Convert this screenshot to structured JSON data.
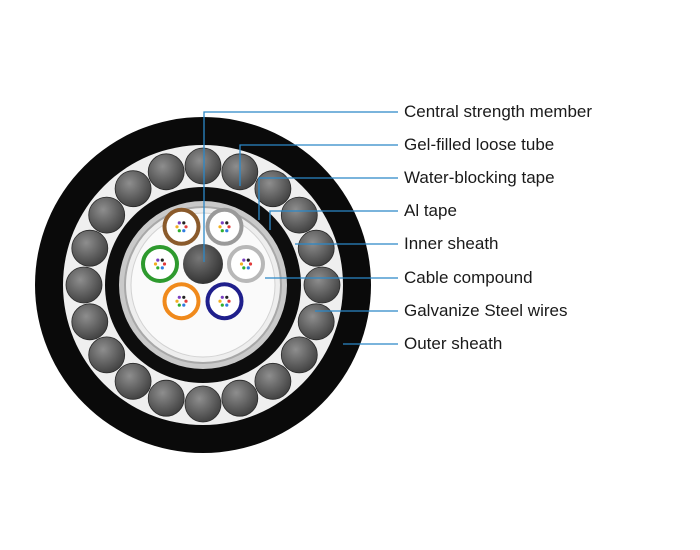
{
  "diagram": {
    "labels": [
      "Central strength member",
      "Gel-filled loose tube",
      "Water-blocking tape",
      "Al tape",
      "Inner sheath",
      "Cable compound",
      "Galvanize Steel wires",
      "Outer sheath"
    ],
    "loose_tube_colors": [
      "#8a5a2b",
      "#9a9a9a",
      "#b8b8b8",
      "#1f1f8c",
      "#f08a1c",
      "#2e9a2e"
    ],
    "leader_color": "#2b88c8",
    "outer_sheath_color": "#0a0a0a",
    "steel_wire_color": "#5a5a5a"
  }
}
